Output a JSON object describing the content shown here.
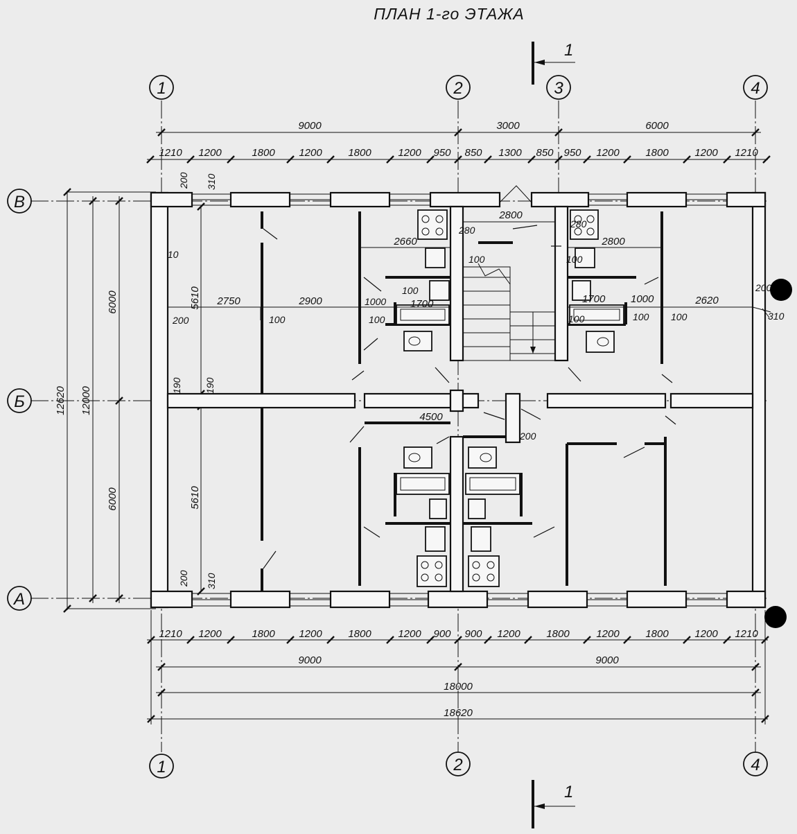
{
  "title": "ПЛАН 1-го ЭТАЖА",
  "section_mark": "1",
  "axes": {
    "columns": [
      "1",
      "2",
      "3",
      "4"
    ],
    "rows": [
      "В",
      "Б",
      "А"
    ]
  },
  "dims_top": {
    "overall": [
      "9000",
      "3000",
      "6000"
    ],
    "chain": [
      "1210",
      "1200",
      "1800",
      "1200",
      "1800",
      "1200",
      "950",
      "850",
      "1300",
      "850",
      "950",
      "1200",
      "1800",
      "1200",
      "1210"
    ]
  },
  "dims_bottom": {
    "chain": [
      "1210",
      "1200",
      "1800",
      "1200",
      "1800",
      "1200",
      "900",
      "900",
      "1200",
      "1800",
      "1200",
      "1800",
      "1200",
      "1210"
    ],
    "halves": [
      "9000",
      "9000"
    ],
    "axes_total": "18000",
    "overall": "18620"
  },
  "dims_left": {
    "overall": "12620",
    "axes_total": "12000",
    "bays": [
      "6000",
      "6000"
    ],
    "rooms": [
      "5610",
      "5610"
    ],
    "walls": [
      "200",
      "310",
      "310",
      "200",
      "190",
      "190",
      "200",
      "310"
    ]
  },
  "dims_interior": [
    "2750",
    "2900",
    "100",
    "100",
    "2660",
    "280",
    "100",
    "2800",
    "100",
    "1000",
    "1700",
    "100",
    "280",
    "2800",
    "100",
    "1700",
    "1000",
    "100",
    "100",
    "2620",
    "4500",
    "200"
  ],
  "dims_right": [
    "200",
    "310"
  ]
}
